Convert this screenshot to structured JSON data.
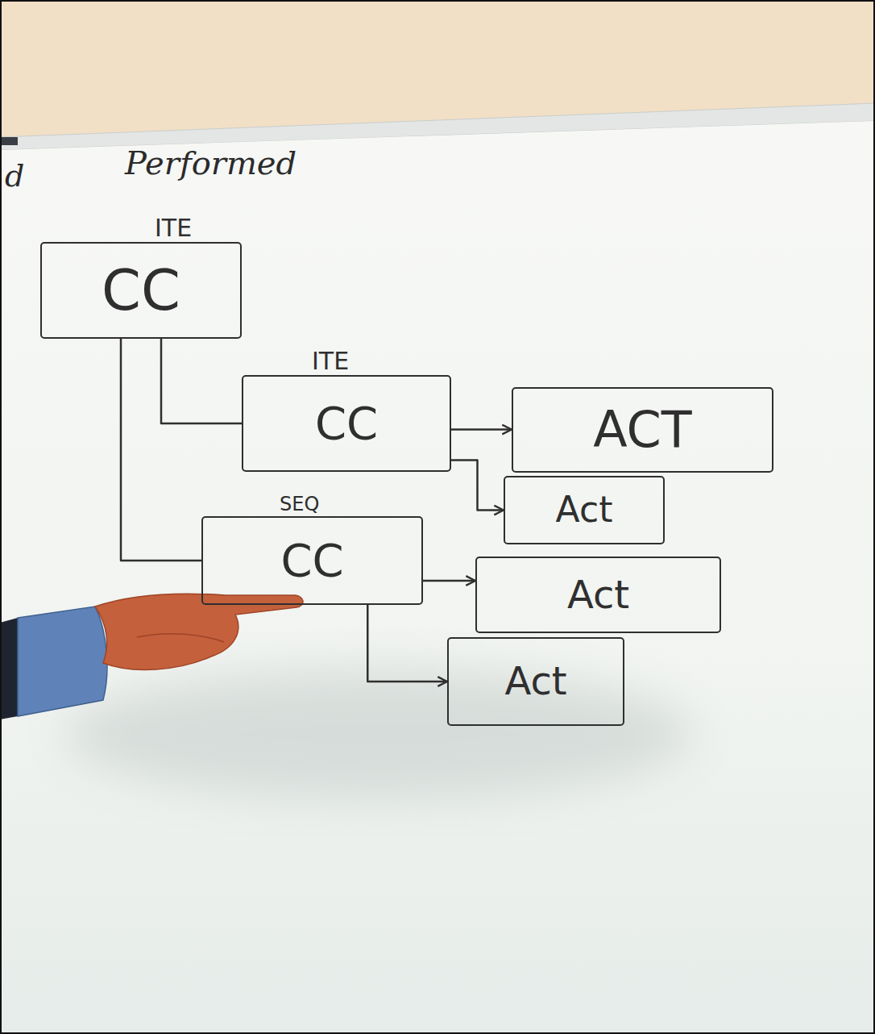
{
  "diagram": {
    "nodes": [
      {
        "text": [
          "ITE",
          "CC"
        ]
      },
      {
        "text": [
          "ITE",
          "CC"
        ]
      },
      {
        "text": [
          "ACT"
        ]
      },
      {
        "text": [
          "Act"
        ]
      },
      {
        "text": [
          "SEQ",
          "CC"
        ]
      },
      {
        "text": [
          "Act"
        ]
      },
      {
        "text": [
          "Act"
        ]
      }
    ],
    "edges": [
      {
        "from": 0,
        "to": 1,
        "arrow": "none"
      },
      {
        "from": 0,
        "to": 4,
        "arrow": "none"
      },
      {
        "from": 1,
        "to": 2,
        "arrow": "to"
      },
      {
        "from": 1,
        "to": 3,
        "arrow": "to"
      },
      {
        "from": 4,
        "to": 5,
        "arrow": "to"
      },
      {
        "from": 4,
        "to": 6,
        "arrow": "to"
      }
    ],
    "labels": [
      "d",
      "Performed"
    ]
  }
}
